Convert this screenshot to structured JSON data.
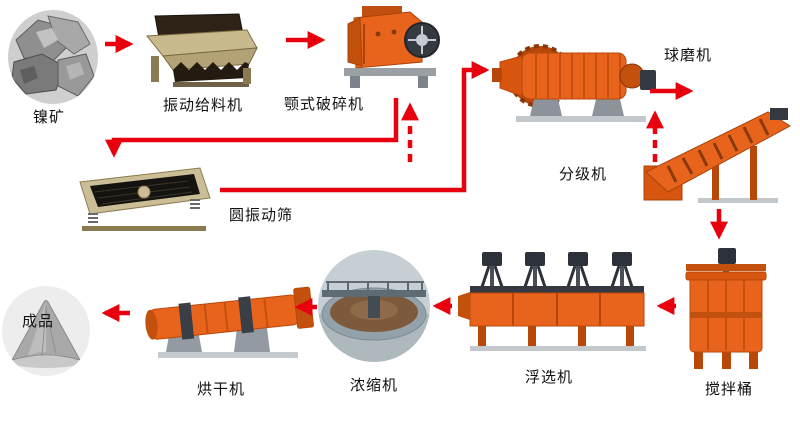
{
  "nodes": {
    "nickel_ore": {
      "label": "镍矿"
    },
    "vibrating_feeder": {
      "label": "振动给料机"
    },
    "jaw_crusher": {
      "label": "颚式破碎机"
    },
    "ball_mill": {
      "label": "球磨机"
    },
    "classifier": {
      "label": "分级机"
    },
    "vibrating_screen": {
      "label": "圆振动筛"
    },
    "mixing_tank": {
      "label": "搅拌桶"
    },
    "flotation_machine": {
      "label": "浮选机"
    },
    "thickener": {
      "label": "浓缩机"
    },
    "dryer": {
      "label": "烘干机"
    },
    "finished_product": {
      "label": "成品"
    }
  },
  "edges": [
    {
      "from": "nickel_ore",
      "to": "vibrating_feeder",
      "style": "solid"
    },
    {
      "from": "vibrating_feeder",
      "to": "jaw_crusher",
      "style": "solid"
    },
    {
      "from": "jaw_crusher",
      "to": "vibrating_screen",
      "style": "solid"
    },
    {
      "from": "vibrating_screen",
      "to": "jaw_crusher",
      "style": "dashed"
    },
    {
      "from": "vibrating_screen",
      "to": "ball_mill",
      "style": "solid"
    },
    {
      "from": "ball_mill",
      "to": "classifier",
      "style": "solid"
    },
    {
      "from": "classifier",
      "to": "ball_mill",
      "style": "dashed"
    },
    {
      "from": "classifier",
      "to": "mixing_tank",
      "style": "solid"
    },
    {
      "from": "mixing_tank",
      "to": "flotation_machine",
      "style": "solid"
    },
    {
      "from": "flotation_machine",
      "to": "thickener",
      "style": "solid"
    },
    {
      "from": "thickener",
      "to": "dryer",
      "style": "solid"
    },
    {
      "from": "dryer",
      "to": "finished_product",
      "style": "solid"
    }
  ],
  "colors": {
    "background": "#ffffff",
    "arrow": "#e8000e",
    "machine_primary": "#e8641c",
    "label_text": "#111111"
  }
}
